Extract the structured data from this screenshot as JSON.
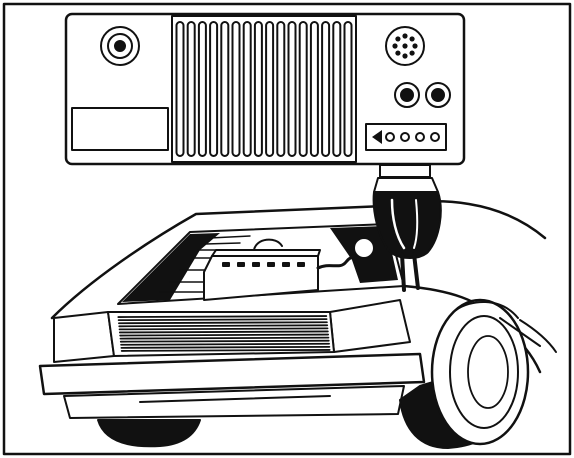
{
  "figure": {
    "subject": "radio-power-connection-to-car-battery",
    "colors": {
      "ink": "#111111",
      "paper": "#ffffff"
    }
  },
  "radio": {
    "icons": [
      "antenna-jack-icon",
      "microphone-jack-icon",
      "speaker-jack-icon",
      "power-socket-icon"
    ],
    "heatsink_fins": 16,
    "power_socket_pins": 4
  },
  "cable": {
    "icons": [
      "power-plug-icon"
    ]
  },
  "car": {
    "icons": [
      "battery-icon",
      "car-front-icon",
      "grille-icon"
    ],
    "grille_slats": 12
  }
}
